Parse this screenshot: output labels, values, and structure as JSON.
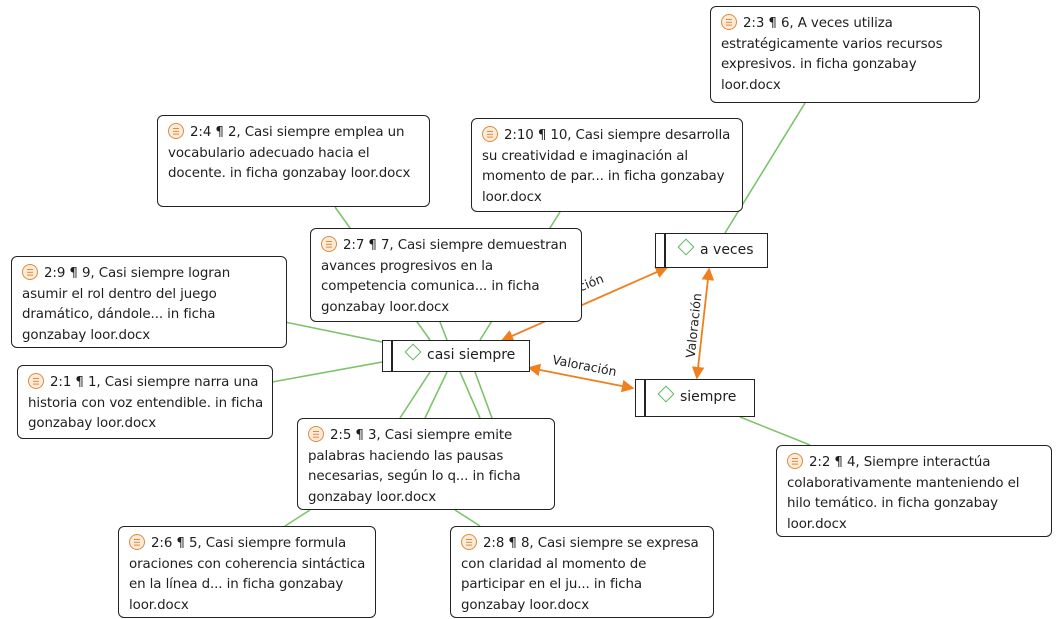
{
  "codes": [
    {
      "id": "casi",
      "label": "casi siempre"
    },
    {
      "id": "aveces",
      "label": "a veces"
    },
    {
      "id": "siempre",
      "label": "siempre"
    }
  ],
  "quotes": [
    {
      "id": "q23",
      "text": "2:3 ¶ 6, A veces utiliza estratégicamente varios recursos expresivos. in ficha gonzabay loor.docx"
    },
    {
      "id": "q24",
      "text": "2:4 ¶ 2, Casi siempre emplea un vocabulario adecuado hacia el docente. in ficha gonzabay loor.docx"
    },
    {
      "id": "q210",
      "text": "2:10 ¶ 10, Casi siempre desarrolla su creatividad e imaginación al momento de par... in ficha gonzabay loor.docx"
    },
    {
      "id": "q27",
      "text": "2:7 ¶ 7, Casi siempre demuestran avances progresivos en la competencia comunica... in ficha gonzabay loor.docx"
    },
    {
      "id": "q29",
      "text": "2:9 ¶ 9, Casi siempre logran asumir el rol dentro del juego dramático, dándole... in ficha gonzabay loor.docx"
    },
    {
      "id": "q21",
      "text": "2:1 ¶ 1, Casi siempre narra una historia con voz entendible. in ficha gonzabay loor.docx"
    },
    {
      "id": "q25",
      "text": "2:5 ¶ 3, Casi siempre emite palabras haciendo las pausas necesarias, según lo q... in ficha gonzabay loor.docx"
    },
    {
      "id": "q22",
      "text": "2:2 ¶ 4, Siempre interactúa colaborativamente manteniendo el hilo temático. in ficha gonzabay loor.docx"
    },
    {
      "id": "q26",
      "text": "2:6 ¶ 5, Casi siempre formula oraciones con coherencia sintáctica en la línea d... in ficha gonzabay loor.docx"
    },
    {
      "id": "q28",
      "text": "2:8 ¶ 8, Casi siempre se expresa con claridad al momento de participar en el ju... in ficha gonzabay loor.docx"
    }
  ],
  "relations": [
    {
      "from": "aveces",
      "to": "casi",
      "label": "ción"
    },
    {
      "from": "casi",
      "to": "siempre",
      "label": "Valoración"
    },
    {
      "from": "aveces",
      "to": "siempre",
      "label": "Valoración"
    }
  ],
  "colors": {
    "link": "#7dc36b",
    "relation": "#f07f1e",
    "border": "#222222",
    "code_icon": "#5cb85c",
    "quote_icon": "#e08a3c"
  }
}
